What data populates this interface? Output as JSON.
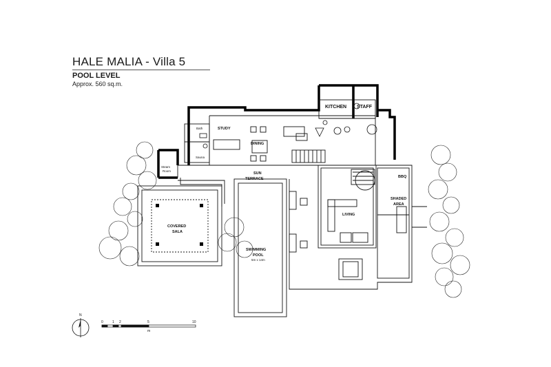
{
  "header": {
    "title": "HALE MALIA - Villa 5",
    "subtitle": "POOL LEVEL",
    "area": "Approx. 560 sq.m."
  },
  "rooms": {
    "kitchen": "KITCHEN",
    "staff": "STAFF",
    "bath": "Bath",
    "sauna": "Sauna",
    "steam_1": "Steam",
    "steam_2": "Room",
    "study": "STUDY",
    "dining": "DINING",
    "sun_terrace_1": "SUN",
    "sun_terrace_2": "TERRACE",
    "bbq": "BBQ",
    "shaded_1": "SHADED",
    "shaded_2": "AREA",
    "living": "LIVING",
    "covered_1": "COVERED",
    "covered_2": "SALA",
    "pool_1": "SWIMMING",
    "pool_2": "POOL",
    "pool_size": "5m x 14m"
  },
  "compass": {
    "north": "N"
  },
  "scale": {
    "ticks": [
      "0",
      "1",
      "2",
      "5",
      "10"
    ],
    "unit": "m"
  },
  "colors": {
    "line": "#111111",
    "wall": "#000000",
    "paper": "#ffffff"
  }
}
